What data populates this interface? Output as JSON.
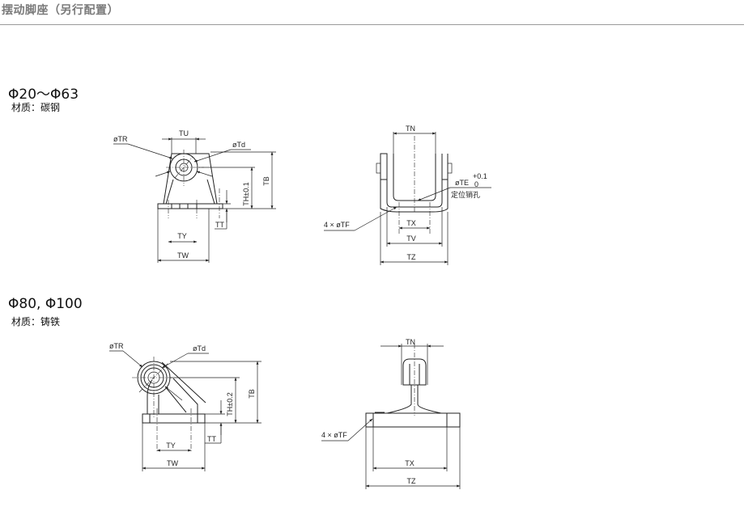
{
  "header": {
    "title": "摆动脚座（另行配置）"
  },
  "section1": {
    "title": "Φ20～Φ63",
    "material": "材质：碳钢",
    "front_labels": {
      "tu": "TU",
      "tr": "øTR",
      "td": "øTd",
      "tb": "TB",
      "th": "TH±0.1",
      "tt": "TT",
      "ty": "TY",
      "tw": "TW"
    },
    "side_labels": {
      "tn": "TN",
      "te": "øTE",
      "te_tol_upper": "+0.1",
      "te_tol_lower": "0",
      "te_note": "定位销孔",
      "tf": "4 × øTF",
      "tx": "TX",
      "tv": "TV",
      "tz": "TZ"
    }
  },
  "section2": {
    "title": "Φ80, Φ100",
    "material": "材质：铸铁",
    "front_labels": {
      "tr": "øTR",
      "td": "øTd",
      "tb": "TB",
      "th": "TH±0.2",
      "tt": "TT",
      "ty": "TY",
      "tw": "TW"
    },
    "side_labels": {
      "tn": "TN",
      "tf": "4 × øTF",
      "tx": "TX",
      "tz": "TZ"
    }
  }
}
